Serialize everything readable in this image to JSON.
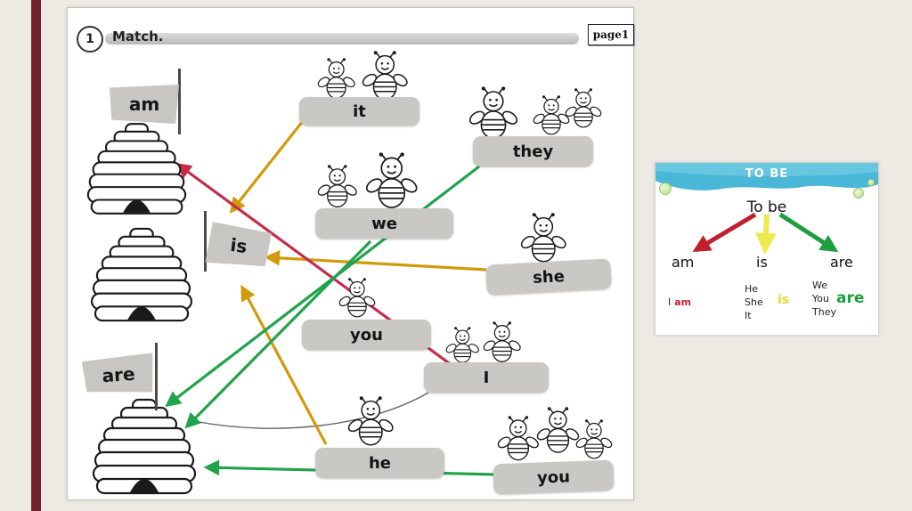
{
  "page": {
    "background": "#edeae3",
    "stripe_color": "#74222e"
  },
  "worksheet": {
    "number_badge": "1",
    "instruction": "Match.",
    "page_label": "page1",
    "hives": [
      {
        "id": "am",
        "label": "am"
      },
      {
        "id": "is",
        "label": "is"
      },
      {
        "id": "are",
        "label": "are"
      }
    ],
    "words": [
      {
        "id": "it",
        "label": "it"
      },
      {
        "id": "they",
        "label": "they"
      },
      {
        "id": "we",
        "label": "we"
      },
      {
        "id": "she",
        "label": "she"
      },
      {
        "id": "you-mid",
        "label": "you"
      },
      {
        "id": "i",
        "label": "I"
      },
      {
        "id": "he",
        "label": "he"
      },
      {
        "id": "you-bottom",
        "label": "you"
      }
    ],
    "connections": [
      {
        "from": "I",
        "to": "am",
        "color": "#c62c48"
      },
      {
        "from": "it",
        "to": "is",
        "color": "#d29a0a"
      },
      {
        "from": "she",
        "to": "is",
        "color": "#d29a0a"
      },
      {
        "from": "he",
        "to": "is",
        "color": "#d29a0a"
      },
      {
        "from": "they",
        "to": "are",
        "color": "#21a24c"
      },
      {
        "from": "we",
        "to": "are",
        "color": "#21a24c"
      },
      {
        "from": "you",
        "to": "are",
        "color": "#21a24c"
      }
    ],
    "arrow_colors": {
      "red": "#c62c48",
      "orange": "#d29a0a",
      "green": "#21a24c",
      "pencil": "#666666"
    }
  },
  "tobe_panel": {
    "header_label": "TO BE",
    "title": "To be",
    "header_color": "#49b7d7",
    "forms": [
      {
        "label": "am",
        "color": "#c11f2e"
      },
      {
        "label": "is",
        "color": "#e8e63e"
      },
      {
        "label": "are",
        "color": "#1f9e3e"
      }
    ],
    "examples": {
      "am": {
        "pronouns": [
          "I"
        ],
        "verb": "am"
      },
      "is": {
        "pronouns": [
          "He",
          "She",
          "It"
        ],
        "verb": "is"
      },
      "are": {
        "pronouns": [
          "We",
          "You",
          "They"
        ],
        "verb": "are"
      }
    }
  }
}
